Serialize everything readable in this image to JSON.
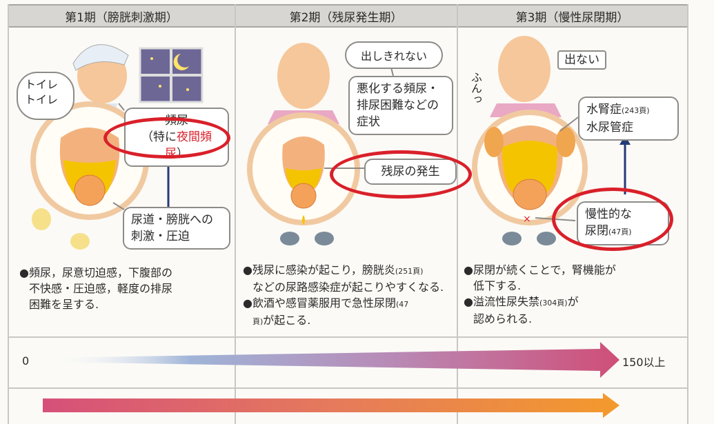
{
  "stages": [
    {
      "title": "第1期（膀胱刺激期）"
    },
    {
      "title": "第2期（残尿発生期）"
    },
    {
      "title": "第3期（慢性尿閉期）"
    }
  ],
  "stage1": {
    "thought": "トイレ\nトイレ",
    "callout_top_line1": "頻尿",
    "callout_top_line2_pre": "（特に",
    "callout_top_line2_red": "夜間頻尿",
    "callout_top_line2_post": "）",
    "callout_bottom_line1": "尿道・膀胱への",
    "callout_bottom_line2": "刺激・圧迫",
    "desc": [
      "●頻尿，尿意切迫感，下腹部の",
      "不快感・圧迫感，軽度の排尿",
      "困難を呈する."
    ]
  },
  "stage2": {
    "thought": "出しきれない",
    "callout_top": [
      "悪化する頻尿・",
      "排尿困難などの",
      "症状"
    ],
    "callout_residual": "残尿の発生",
    "desc1_a": "●残尿に感染が起こり，膀胱炎",
    "desc1_ref": "(251頁)",
    "desc1_b": "などの尿路感染症が起こりやすくなる.",
    "desc2_a": "●飲酒や感冒薬服用で急性尿閉",
    "desc2_ref": "(47",
    "desc2_ref2": "頁)",
    "desc2_b": "が起こる."
  },
  "stage3": {
    "shout": "出ない",
    "grunt": "ふんっ",
    "callout_top_line1_a": "水腎症",
    "callout_top_line1_ref": "(243頁)",
    "callout_top_line2": "水尿管症",
    "callout_bottom_line1": "慢性的な",
    "callout_bottom_line2_a": "尿閉",
    "callout_bottom_line2_ref": "(47頁)",
    "desc1": [
      "●尿閉が続くことで，腎機能が",
      "低下する."
    ],
    "desc2_a": "●溢流性尿失禁",
    "desc2_ref": "(304頁)",
    "desc2_b": "が",
    "desc2_c": "認められる."
  },
  "scale": {
    "start": "0",
    "end": "150以上"
  },
  "colors": {
    "accent_red": "#d9202a",
    "urine": "#f5c400",
    "arrow_pink": "#cf4f78",
    "arrow_blue": "#9fb4d8",
    "arrow_orange": "#f39a2c"
  }
}
